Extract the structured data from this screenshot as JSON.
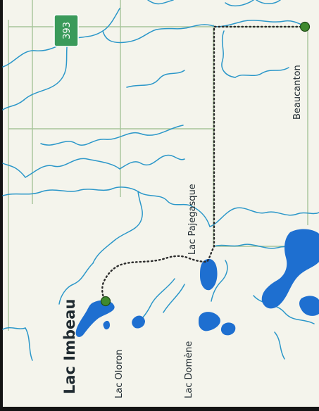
{
  "map": {
    "colors": {
      "land": "#f4f4ec",
      "water": "#1e6fd0",
      "river": "#2b97c9",
      "grid": "#a6c49a",
      "trail": "#2b2b2b",
      "marker": "#3f8a2e",
      "shield": "#3a9a5a",
      "frame": "#141414"
    },
    "route_shield": {
      "label": "393",
      "icon": "route-shield-icon"
    },
    "places": {
      "beaucanton": "Beaucanton",
      "lac_imbeau": "Lac Imbeau",
      "lac_oloron": "Lac Oloron",
      "lac_domene": "Lac Domène",
      "lac_pajegasque": "Lac Pajegasque"
    },
    "markers": [
      {
        "name": "beaucanton-marker",
        "icon": "trailhead-dot-icon"
      },
      {
        "name": "lac-imbeau-marker",
        "icon": "trailhead-dot-icon"
      }
    ]
  }
}
